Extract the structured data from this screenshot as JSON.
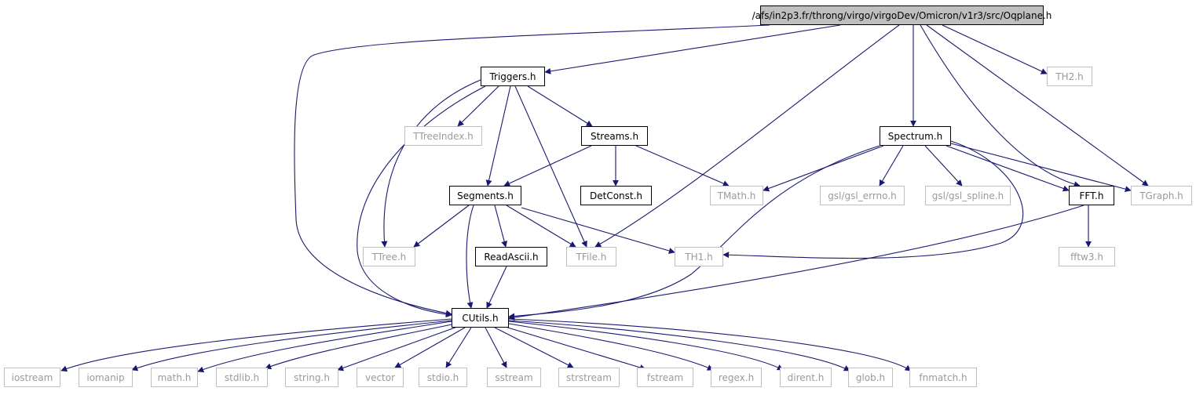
{
  "graph": {
    "main_node": "/afs/in2p3.fr/throng/virgo/virgoDev/Omicron/v1r3/src/Oqplane.h",
    "nodes": {
      "oqplane": "/afs/in2p3.fr/throng/virgo/virgoDev/Omicron/v1r3/src/Oqplane.h",
      "triggers": "Triggers.h",
      "th2": "TH2.h",
      "ttreeindex": "TTreeIndex.h",
      "streams": "Streams.h",
      "spectrum": "Spectrum.h",
      "segments": "Segments.h",
      "detconst": "DetConst.h",
      "tmath": "TMath.h",
      "gsl_errno": "gsl/gsl_errno.h",
      "gsl_spline": "gsl/gsl_spline.h",
      "fft": "FFT.h",
      "tgraph": "TGraph.h",
      "ttree": "TTree.h",
      "readascii": "ReadAscii.h",
      "tfile": "TFile.h",
      "th1": "TH1.h",
      "fftw3": "fftw3.h",
      "cutils": "CUtils.h",
      "iostream": "iostream",
      "iomanip": "iomanip",
      "math": "math.h",
      "stdlib": "stdlib.h",
      "string": "string.h",
      "vector": "vector",
      "stdio": "stdio.h",
      "sstream": "sstream",
      "strstream": "strstream",
      "fstream": "fstream",
      "regex": "regex.h",
      "dirent": "dirent.h",
      "glob": "glob.h",
      "fnmatch": "fnmatch.h"
    },
    "colors": {
      "edge": "#191970",
      "main_fill": "#bfbfbf",
      "local_border": "#000000",
      "external_border": "#bfbfbf",
      "external_text": "#9a9a9a"
    }
  }
}
